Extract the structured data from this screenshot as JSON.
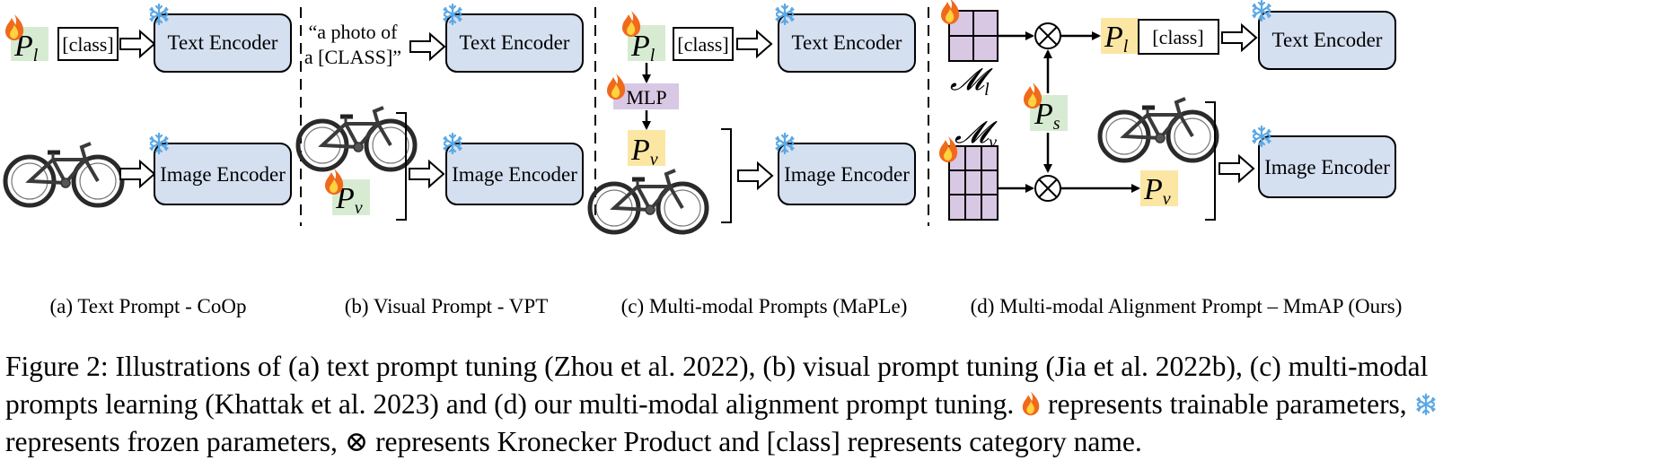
{
  "labels": {
    "class_tag": "[class]",
    "text_encoder": "Text Encoder",
    "image_encoder": "Image Encoder",
    "photo_prompt_line1": "“a photo of",
    "photo_prompt_line2": "a [CLASS]”",
    "mlp": "MLP",
    "p_base": "P",
    "sub_l": "l",
    "sub_v": "v",
    "sub_s": "s",
    "m_base": "𝓜",
    "otimes": "⊗"
  },
  "panels": [
    {
      "id": "a",
      "label": "(a) Text Prompt - CoOp"
    },
    {
      "id": "b",
      "label": "(b) Visual Prompt - VPT"
    },
    {
      "id": "c",
      "label": "(c) Multi-modal Prompts (MaPLe)"
    },
    {
      "id": "d",
      "label": "(d) Multi-modal Alignment Prompt – MmAP (Ours)"
    }
  ],
  "caption": {
    "line1": "Figure 2: Illustrations of (a) text prompt tuning (Zhou et al. 2022), (b) visual prompt tuning (Jia et al. 2022b), (c) multi-modal",
    "line2_a": "prompts learning (Khattak et al. 2023) and (d) our multi-modal alignment prompt tuning.",
    "line2_b": "represents trainable parameters,",
    "line3_a": "represents frozen parameters, ⊗ represents Kronecker Product and [class] represents category name."
  },
  "colors": {
    "encoder_fill": "#d4dff0",
    "green_prompt": "#d7ebd2",
    "yellow_prompt": "#fbe6a4",
    "purple": "#d9c8e4",
    "fire": "#f06a1c",
    "snow": "#5aa8e6"
  }
}
